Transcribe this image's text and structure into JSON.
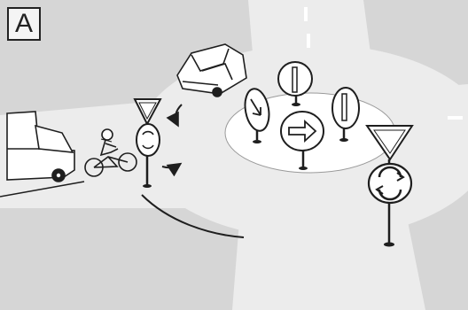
{
  "panel": {
    "label": "A"
  },
  "colors": {
    "road": "#e6e6e6",
    "background": "#d2d2d2",
    "ink": "#1e1e1e",
    "sign_face": "#ffffff"
  },
  "elements": {
    "van": "van",
    "truck": "truck",
    "cyclist": "cyclist",
    "yield_sign": "yield-sign",
    "roundabout_sign": "roundabout-sign",
    "keep_right_sign": "keep-right-sign",
    "direction_arrow_sign": "direction-arrow-sign"
  }
}
